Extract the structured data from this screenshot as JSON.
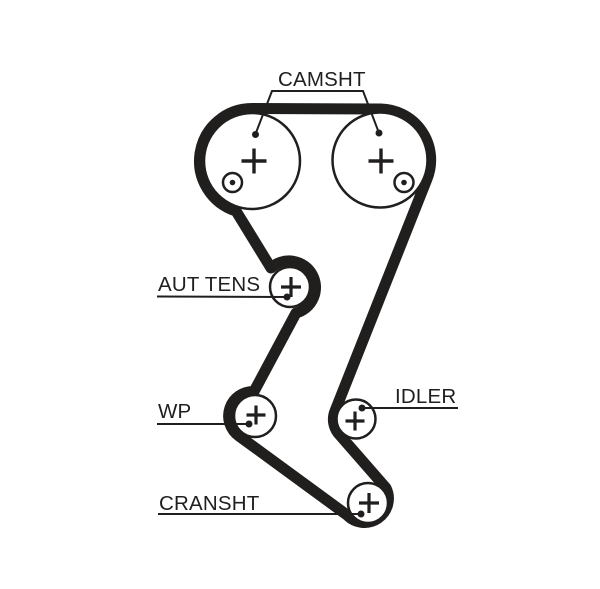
{
  "diagram": {
    "kind": "timing-belt-routing",
    "colors": {
      "ink": "#211e1e",
      "background": "#ffffff"
    },
    "labels": {
      "camshaft": "CAMSHT",
      "auto_tensioner": "AUT TENS",
      "water_pump": "WP",
      "idler": "IDLER",
      "crankshaft": "CRANSHT"
    },
    "pulleys": [
      {
        "id": "camshaft-left",
        "label": "CAMSHT",
        "marks": [
          "center-cross-icon",
          "alignment-circle-dot-icon",
          "leader-dot"
        ]
      },
      {
        "id": "camshaft-right",
        "label": "CAMSHT",
        "marks": [
          "center-cross-icon",
          "alignment-circle-dot-icon",
          "leader-dot"
        ]
      },
      {
        "id": "auto-tensioner",
        "label": "AUT TENS",
        "marks": [
          "center-cross-icon",
          "leader-dot"
        ]
      },
      {
        "id": "water-pump",
        "label": "WP",
        "marks": [
          "center-cross-icon",
          "leader-dot"
        ]
      },
      {
        "id": "idler",
        "label": "IDLER",
        "marks": [
          "center-cross-icon",
          "leader-dot"
        ]
      },
      {
        "id": "crankshaft",
        "label": "CRANSHT",
        "marks": [
          "center-cross-icon",
          "leader-dot"
        ]
      }
    ]
  }
}
